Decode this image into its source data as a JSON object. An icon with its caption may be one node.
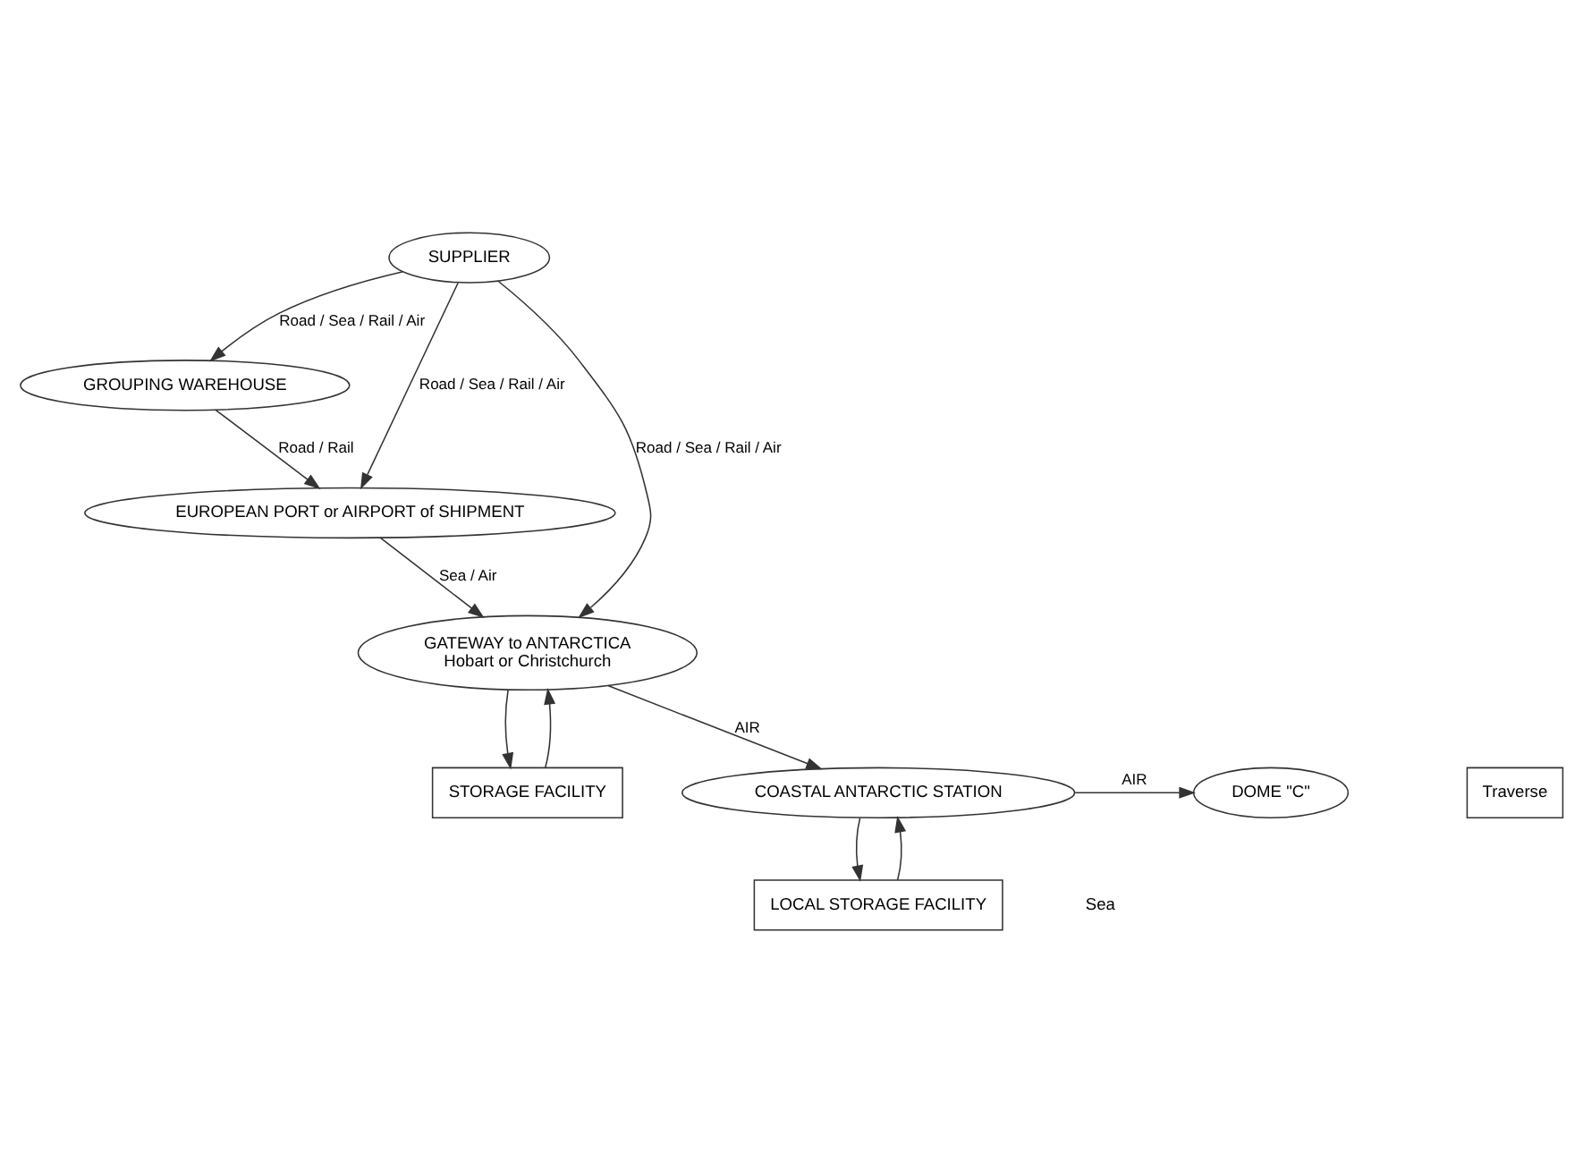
{
  "diagram": {
    "nodes": [
      {
        "text": [
          "SUPPLIER"
        ]
      },
      {
        "text": [
          "GROUPING WAREHOUSE"
        ]
      },
      {
        "text": [
          "EUROPEAN PORT or AIRPORT of SHIPMENT"
        ]
      },
      {
        "text": [
          "GATEWAY to ANTARCTICA",
          "Hobart or Christchurch"
        ]
      },
      {
        "text": [
          "STORAGE FACILITY"
        ]
      },
      {
        "text": [
          "DOME \"C\""
        ]
      },
      {
        "text": [
          "Traverse"
        ]
      },
      {
        "text": [
          "COASTAL ANTARCTIC STATION"
        ]
      },
      {
        "text": [
          "LOCAL STORAGE FACILITY"
        ]
      }
    ],
    "edges": [
      {
        "from": 0,
        "to": 1,
        "arrow": "to",
        "label": "Road / Sea / Rail / Air"
      },
      {
        "from": 0,
        "to": 2,
        "arrow": "to",
        "label": "Road / Sea / Rail / Air"
      },
      {
        "from": 0,
        "to": 3,
        "arrow": "to",
        "label": "Road / Sea / Rail / Air"
      },
      {
        "from": 1,
        "to": 2,
        "arrow": "to",
        "label": "Road / Rail"
      },
      {
        "from": 2,
        "to": 3,
        "arrow": "to",
        "label": "Sea / Air"
      },
      {
        "from": 3,
        "to": 4,
        "arrow": "to"
      },
      {
        "from": 4,
        "to": 3,
        "arrow": "to"
      },
      {
        "from": 3,
        "to": 7,
        "arrow": "to",
        "label": "AIR"
      },
      {
        "from": 7,
        "to": 5,
        "arrow": "to",
        "label": "AIR"
      },
      {
        "from": 7,
        "to": 8,
        "arrow": "to"
      },
      {
        "from": 8,
        "to": 7,
        "arrow": "to"
      }
    ],
    "labels": [
      "Sea"
    ]
  }
}
